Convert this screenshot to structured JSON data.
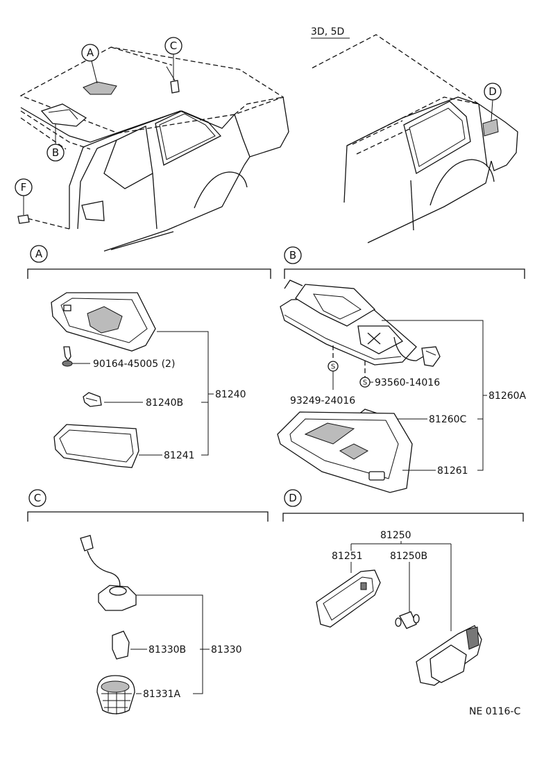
{
  "variant_label": "3D, 5D",
  "callouts": {
    "a": "A",
    "b": "B",
    "c": "C",
    "d": "D",
    "f": "F",
    "s": "S"
  },
  "section_a": {
    "letter": "A",
    "screw": "90164-45005 (2)",
    "assembly": "81240",
    "bulb": "81240B",
    "lens": "81241"
  },
  "section_b": {
    "letter": "B",
    "screw_1": "93249-24016",
    "screw_2": "93560-14016",
    "assembly": "81260A",
    "bulb": "81260C",
    "lens": "81261"
  },
  "section_c": {
    "letter": "C",
    "bulb": "81330B",
    "assembly": "81330",
    "cover": "81331A"
  },
  "section_d": {
    "letter": "D",
    "assembly": "81250",
    "lens": "81251",
    "bulb": "81250B"
  },
  "drawing_code": "NE 0116-C"
}
